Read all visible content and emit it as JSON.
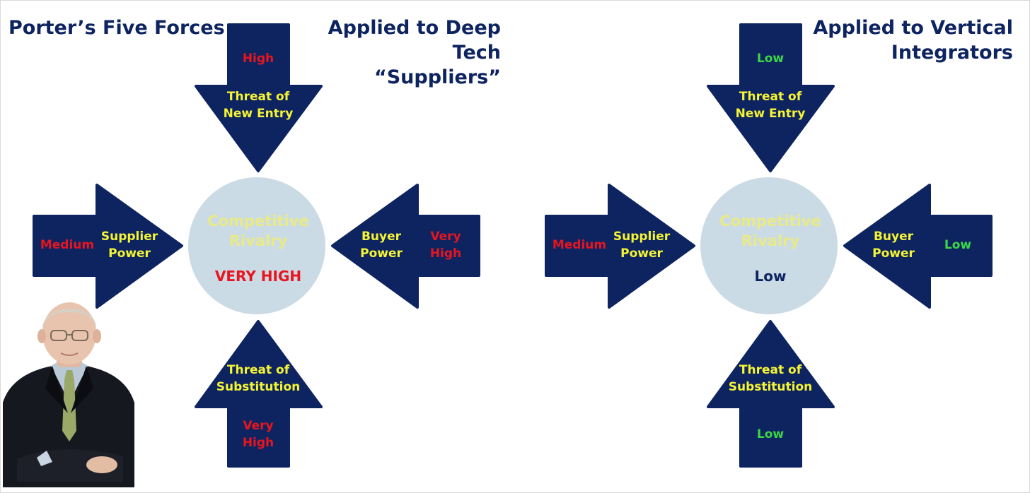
{
  "title": "Porter’s Five Forces",
  "panels": [
    {
      "heading_line1": "Applied to Deep",
      "heading_line2": "Tech “Suppliers”",
      "center": {
        "title_line1": "Competitive",
        "title_line2": "Rivalry",
        "rating": "VERY HIGH"
      },
      "top": {
        "label_line1": "Threat of",
        "label_line2": "New Entry",
        "rating_line1": "High",
        "rating_line2": ""
      },
      "left": {
        "label_line1": "Supplier",
        "label_line2": "Power",
        "rating_line1": "Medium",
        "rating_line2": ""
      },
      "right": {
        "label_line1": "Buyer",
        "label_line2": "Power",
        "rating_line1": "Very",
        "rating_line2": "High"
      },
      "bottom": {
        "label_line1": "Threat of",
        "label_line2": "Substitution",
        "rating_line1": "Very",
        "rating_line2": "High"
      }
    },
    {
      "heading_line1": "Applied to Vertical",
      "heading_line2": "Integrators",
      "center": {
        "title_line1": "Competitive",
        "title_line2": "Rivalry",
        "rating": "Low"
      },
      "top": {
        "label_line1": "Threat of",
        "label_line2": "New Entry",
        "rating_line1": "Low",
        "rating_line2": ""
      },
      "left": {
        "label_line1": "Supplier",
        "label_line2": "Power",
        "rating_line1": "Medium",
        "rating_line2": ""
      },
      "right": {
        "label_line1": "Buyer",
        "label_line2": "Power",
        "rating_line1": "Low",
        "rating_line2": ""
      },
      "bottom": {
        "label_line1": "Threat of",
        "label_line2": "Substitution",
        "rating_line1": "Low",
        "rating_line2": ""
      }
    }
  ],
  "colors": {
    "arrow_fill": "#0e2461",
    "circle_fill": "#cbdbe5",
    "label_yellow": "#f5f534",
    "rating_red": "#e8141e",
    "rating_green": "#3cd846",
    "heading_navy": "#0e2461"
  }
}
